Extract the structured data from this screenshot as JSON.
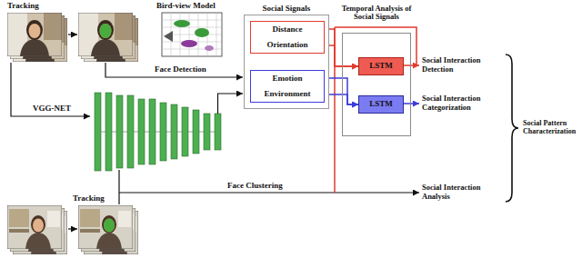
{
  "diagram": {
    "nodes": [
      {
        "text": [
          "Social Signals"
        ]
      },
      {
        "text": [
          "Distance"
        ],
        "in": 0
      },
      {
        "text": [
          "Orientation"
        ],
        "in": 0
      },
      {
        "text": [
          "Emotion"
        ],
        "in": 0
      },
      {
        "text": [
          "Environment"
        ],
        "in": 0
      },
      {
        "text": [
          "Temporal Analysis of Social Signals"
        ]
      },
      {
        "text": [
          "LSTM"
        ],
        "in": 5
      },
      {
        "text": [
          "LSTM"
        ],
        "in": 5
      }
    ],
    "edges": [
      {
        "from": 1,
        "to": 6,
        "arrow": "to"
      },
      {
        "from": 2,
        "to": 6,
        "arrow": "to"
      },
      {
        "from": 3,
        "to": 7,
        "arrow": "to"
      },
      {
        "from": 4,
        "to": 7,
        "arrow": "to"
      }
    ],
    "labels": [
      "Tracking",
      "Bird-view Model",
      "Face Detection",
      "VGG-NET",
      "Face Clustering",
      "Social Interaction Detection",
      "Social Interaction Categorization",
      "Social Interaction Analysis",
      "Social Pattern Characterization",
      "Tracking"
    ]
  }
}
